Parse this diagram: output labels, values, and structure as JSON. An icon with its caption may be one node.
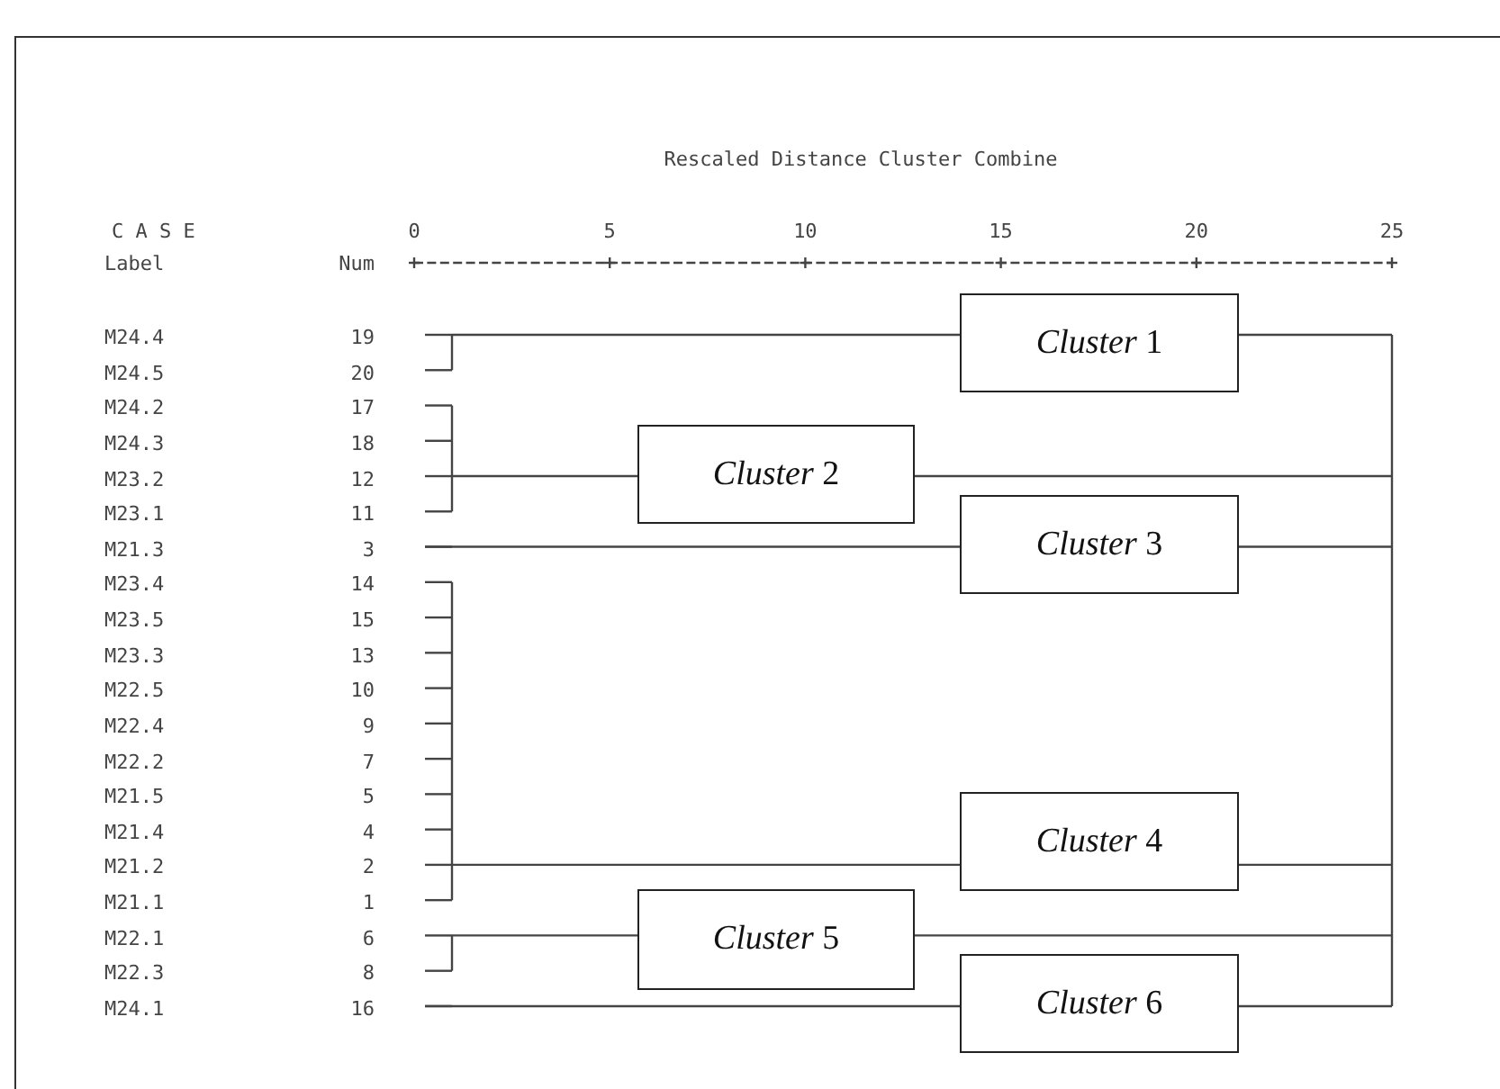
{
  "diagram": {
    "nodes": [
      {
        "text": [
          "*Cluster* 1"
        ]
      },
      {
        "text": [
          "*Cluster* 2"
        ]
      },
      {
        "text": [
          "*Cluster* 3"
        ]
      },
      {
        "text": [
          "*Cluster* 4"
        ]
      },
      {
        "text": [
          "*Cluster* 5"
        ]
      },
      {
        "text": [
          "*Cluster* 6"
        ]
      }
    ],
    "edges": [],
    "labels": [
      "Rescaled Distance Cluster Combine",
      "C A S E",
      "0",
      "5",
      "10",
      "15",
      "20",
      "25",
      "Label",
      "Num",
      "M24.4",
      "19",
      "M24.5",
      "20",
      "M24.2",
      "17",
      "M24.3",
      "18",
      "M23.2",
      "12",
      "M23.1",
      "11",
      "M21.3",
      "3",
      "M23.4",
      "14",
      "M23.5",
      "15",
      "M23.3",
      "13",
      "M22.5",
      "10",
      "M22.4",
      "9",
      "M22.2",
      "7",
      "M21.5",
      "5",
      "M21.4",
      "4",
      "M21.2",
      "2",
      "M21.1",
      "1",
      "M22.1",
      "6",
      "M22.3",
      "8",
      "M24.1",
      "16"
    ]
  }
}
